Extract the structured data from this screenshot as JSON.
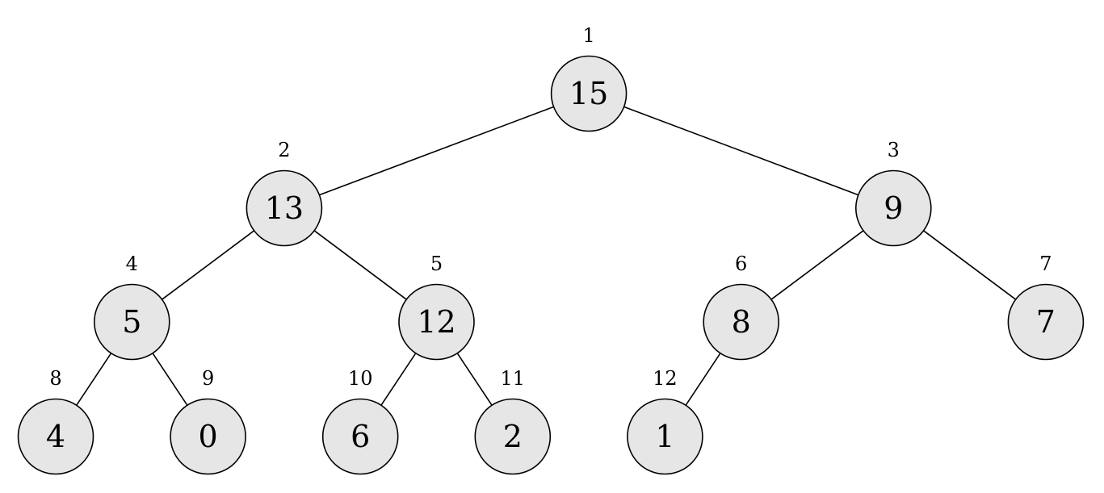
{
  "tree": {
    "nodes": [
      {
        "index": "1",
        "value": "15"
      },
      {
        "index": "2",
        "value": "13"
      },
      {
        "index": "3",
        "value": "9"
      },
      {
        "index": "4",
        "value": "5"
      },
      {
        "index": "5",
        "value": "12"
      },
      {
        "index": "6",
        "value": "8"
      },
      {
        "index": "7",
        "value": "7"
      },
      {
        "index": "8",
        "value": "4"
      },
      {
        "index": "9",
        "value": "0"
      },
      {
        "index": "10",
        "value": "6"
      },
      {
        "index": "11",
        "value": "2"
      },
      {
        "index": "12",
        "value": "1"
      }
    ],
    "edges": [
      [
        "1",
        "2"
      ],
      [
        "1",
        "3"
      ],
      [
        "2",
        "4"
      ],
      [
        "2",
        "5"
      ],
      [
        "3",
        "6"
      ],
      [
        "3",
        "7"
      ],
      [
        "4",
        "8"
      ],
      [
        "4",
        "9"
      ],
      [
        "5",
        "10"
      ],
      [
        "5",
        "11"
      ],
      [
        "6",
        "12"
      ]
    ]
  },
  "colors": {
    "node_fill": "#e6e6e6",
    "stroke": "#000000"
  }
}
